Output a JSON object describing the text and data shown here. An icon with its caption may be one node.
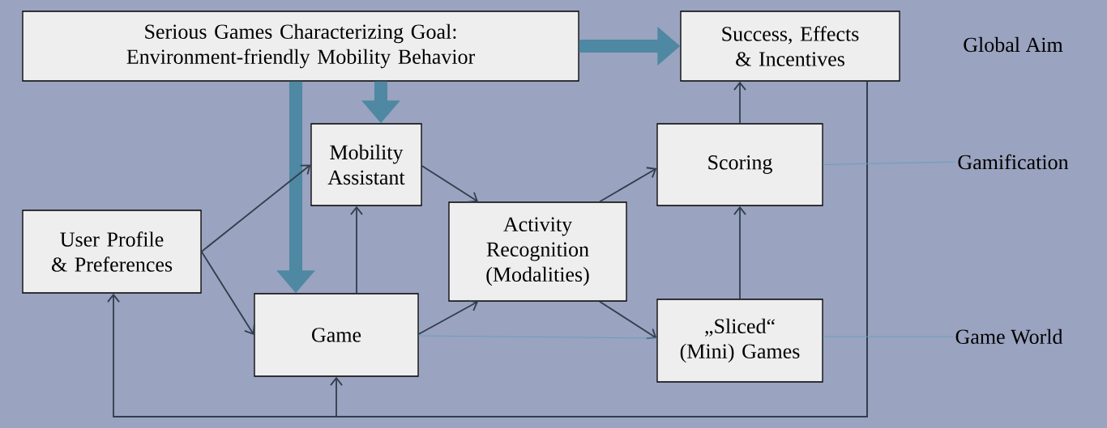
{
  "diagram": {
    "nodes": [
      {
        "text": [
          "Serious Games Characterizing Goal: Environment-friendly Mobility Behavior"
        ]
      },
      {
        "text": [
          "Success, Effects & Incentives"
        ]
      },
      {
        "text": [
          "Mobility Assistant"
        ]
      },
      {
        "text": [
          "User Profile & Preferences"
        ]
      },
      {
        "text": [
          "Activity Recognition (Modalities)"
        ]
      },
      {
        "text": [
          "Scoring"
        ]
      },
      {
        "text": [
          "Game"
        ]
      },
      {
        "text": [
          "„Sliced“ (Mini) Games"
        ]
      },
      {
        "text": [
          "Global Aim"
        ]
      },
      {
        "text": [
          "Gamification"
        ]
      },
      {
        "text": [
          "Game World"
        ]
      }
    ],
    "edges": [
      {
        "from": 0,
        "to": 1,
        "arrow": "to",
        "style": "thick",
        "color": "#4f88a3"
      },
      {
        "from": 0,
        "to": 2,
        "arrow": "to",
        "style": "thick",
        "color": "#4f88a3"
      },
      {
        "from": 0,
        "to": 6,
        "arrow": "to",
        "style": "thick",
        "color": "#4f88a3"
      },
      {
        "from": 3,
        "to": 2,
        "arrow": "to"
      },
      {
        "from": 3,
        "to": 6,
        "arrow": "to"
      },
      {
        "from": 2,
        "to": 4,
        "arrow": "to"
      },
      {
        "from": 6,
        "to": 2,
        "arrow": "to"
      },
      {
        "from": 6,
        "to": 4,
        "arrow": "to"
      },
      {
        "from": 4,
        "to": 5,
        "arrow": "to"
      },
      {
        "from": 4,
        "to": 7,
        "arrow": "to"
      },
      {
        "from": 7,
        "to": 5,
        "arrow": "to"
      },
      {
        "from": 5,
        "to": 1,
        "arrow": "to"
      },
      {
        "from": 1,
        "to": 3,
        "arrow": "to"
      },
      {
        "from": 1,
        "to": 6,
        "arrow": "to"
      },
      {
        "from": 9,
        "to": 5,
        "arrow": "none",
        "color": "#6a9fc0"
      },
      {
        "from": 6,
        "to": 7,
        "arrow": "none",
        "color": "#6a9fc0"
      },
      {
        "from": 10,
        "to": 7,
        "arrow": "none",
        "color": "#6a9fc0"
      }
    ]
  }
}
